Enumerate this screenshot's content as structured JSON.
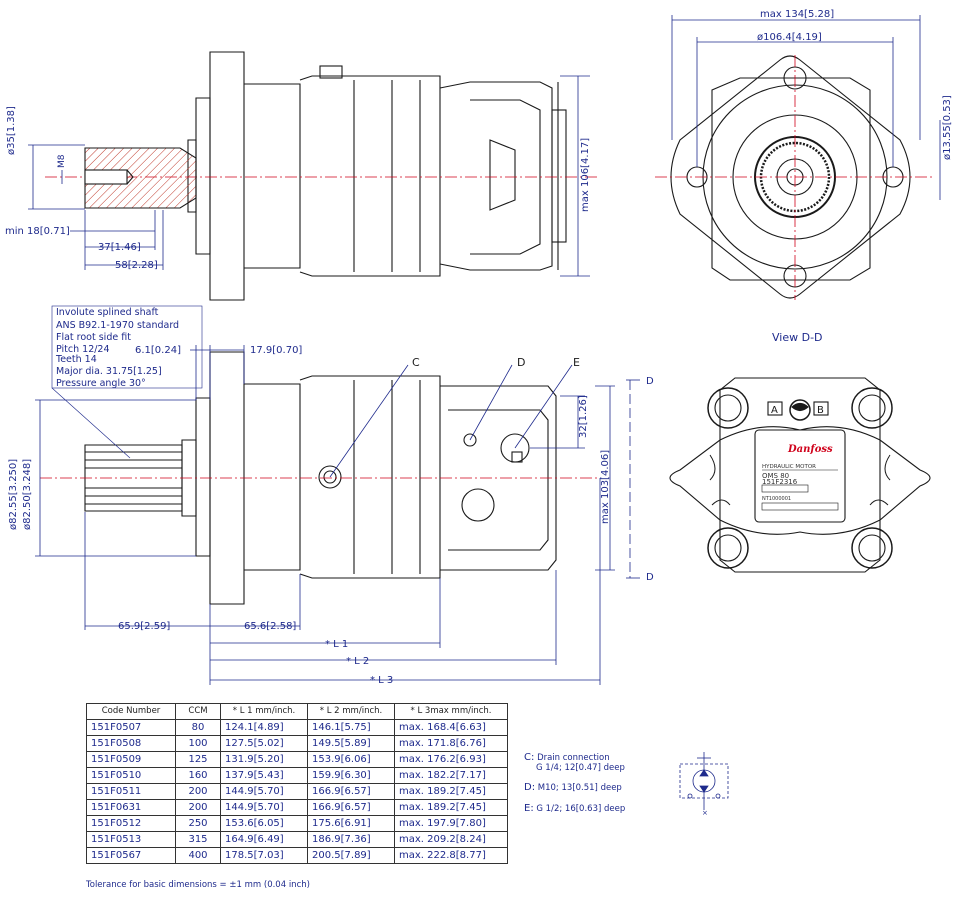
{
  "top_view": {
    "dims": {
      "shaft_dia": "ø35[1.38]",
      "thread": "M8",
      "min_len": "min 18[0.71]",
      "len37": "37[1.46]",
      "len58": "58[2.28]",
      "max_height": "max 106[4.17]"
    }
  },
  "front_view": {
    "dims": {
      "max_width": "max 134[5.28]",
      "bolt_circle": "ø106.4[4.19]",
      "hole_dia": "ø13.55[0.53]"
    }
  },
  "side_view": {
    "shaft_notes": [
      "Involute splined shaft",
      "ANS B92.1-1970 standard",
      "Flat root side fit",
      "Pitch 12/24",
      "Teeth 14",
      "Major dia. 31.75[1.25]",
      "Pressure angle 30°"
    ],
    "dims": {
      "d61": "6.1[0.24]",
      "d179": "17.9[0.70]",
      "spline_dia": "ø82.55[3.250]",
      "spline_dia2": "ø82.50[3.248]",
      "d659": "65.9[2.59]",
      "d656": "65.6[2.58]",
      "d32": "32[1.26]",
      "max103": "max 103[4.06]",
      "l1": "* L 1",
      "l2": "* L 2",
      "l3": "* L 3"
    },
    "callouts": {
      "c": "C",
      "d": "D",
      "e": "E",
      "section": "D"
    }
  },
  "view_dd": {
    "title": "View D-D",
    "port_a": "A",
    "port_b": "B",
    "plate_lines": [
      "HYDRAULIC MOTOR",
      "OMS 80",
      "151F2316",
      "NT1000001"
    ]
  },
  "table": {
    "headers": [
      "Code Number",
      "CCM",
      "* L 1 mm/inch.",
      "* L 2 mm/inch.",
      "* L 3max mm/inch."
    ],
    "rows": [
      [
        "151F0507",
        "80",
        "124.1[4.89]",
        "146.1[5.75]",
        "max. 168.4[6.63]"
      ],
      [
        "151F0508",
        "100",
        "127.5[5.02]",
        "149.5[5.89]",
        "max. 171.8[6.76]"
      ],
      [
        "151F0509",
        "125",
        "131.9[5.20]",
        "153.9[6.06]",
        "max. 176.2[6.93]"
      ],
      [
        "151F0510",
        "160",
        "137.9[5.43]",
        "159.9[6.30]",
        "max. 182.2[7.17]"
      ],
      [
        "151F0511",
        "200",
        "144.9[5.70]",
        "166.9[6.57]",
        "max. 189.2[7.45]"
      ],
      [
        "151F0631",
        "200",
        "144.9[5.70]",
        "166.9[6.57]",
        "max. 189.2[7.45]"
      ],
      [
        "151F0512",
        "250",
        "153.6[6.05]",
        "175.6[6.91]",
        "max. 197.9[7.80]"
      ],
      [
        "151F0513",
        "315",
        "164.9[6.49]",
        "186.9[7.36]",
        "max. 209.2[8.24]"
      ],
      [
        "151F0567",
        "400",
        "178.5[7.03]",
        "200.5[7.89]",
        "max. 222.8[8.77]"
      ]
    ]
  },
  "legend": [
    {
      "key": "C:",
      "title": "Drain connection",
      "desc": "G 1/4; 12[0.47] deep"
    },
    {
      "key": "D:",
      "title": "",
      "desc": "M10; 13[0.51] deep"
    },
    {
      "key": "E:",
      "title": "",
      "desc": "G 1/2; 16[0.63] deep"
    }
  ],
  "tolerance": "Tolerance for basic dimensions = ±1 mm (0.04 inch)",
  "colors": {
    "dim": "#1e2a8c",
    "line": "#1a1a1a",
    "center": "#d0021b",
    "hatch": "#c0392b"
  }
}
